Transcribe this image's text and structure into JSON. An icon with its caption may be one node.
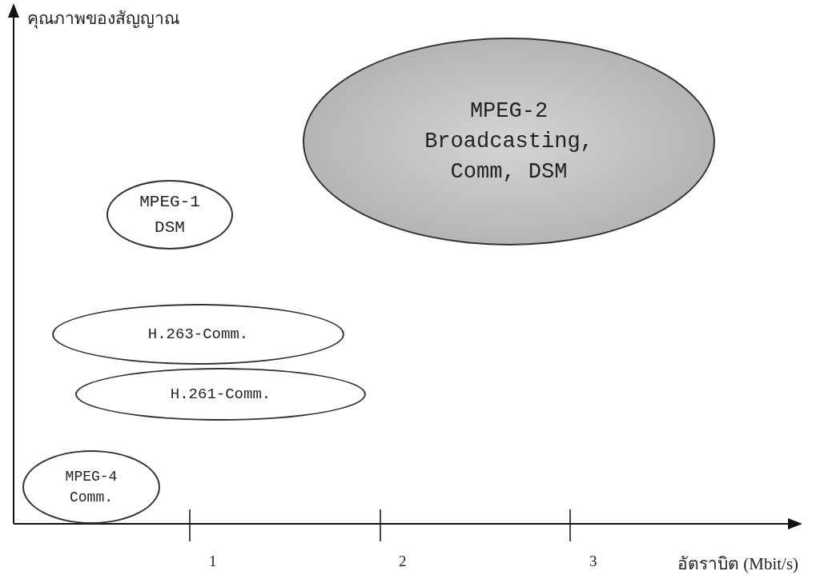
{
  "diagram": {
    "nodes": [
      {
        "text": [
          "MPEG-2 Broadcasting, Comm, DSM"
        ]
      },
      {
        "text": [
          "MPEG-1 DSM"
        ]
      },
      {
        "text": [
          "H.263-Comm."
        ]
      },
      {
        "text": [
          "H.261-Comm."
        ]
      },
      {
        "text": [
          "MPEG-4 Comm."
        ]
      }
    ],
    "labels": [
      "คุณภาพของสัญญาณ",
      "1",
      "2",
      "3",
      "อัตราบิต (Mbit/s)"
    ]
  }
}
